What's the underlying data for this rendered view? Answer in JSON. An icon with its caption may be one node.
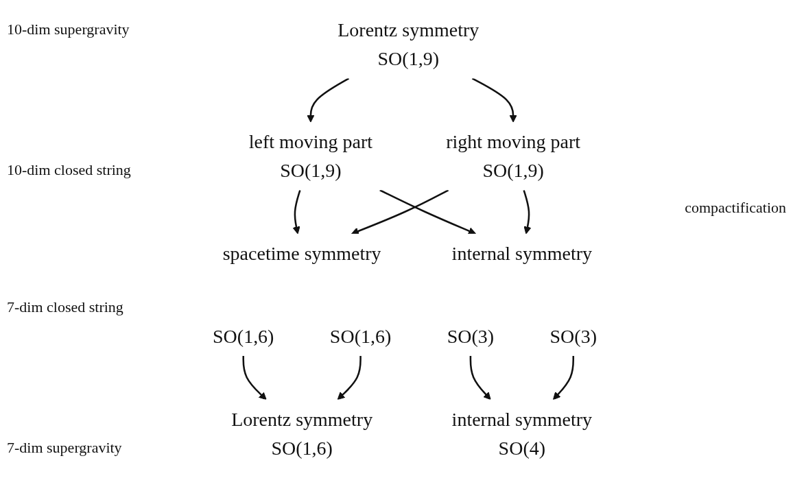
{
  "diagram": {
    "nodes": [
      {
        "text": [
          "Lorentz symmetry",
          "SO(1,9)"
        ]
      },
      {
        "text": [
          "left moving part",
          "SO(1,9)"
        ]
      },
      {
        "text": [
          "right moving part",
          "SO(1,9)"
        ]
      },
      {
        "text": [
          "spacetime symmetry"
        ]
      },
      {
        "text": [
          "SO(1,6)"
        ]
      },
      {
        "text": [
          "SO(1,6)"
        ]
      },
      {
        "text": [
          "internal symmetry"
        ]
      },
      {
        "text": [
          "SO(3)"
        ]
      },
      {
        "text": [
          "SO(3)"
        ]
      },
      {
        "text": [
          "Lorentz symmetry",
          "SO(1,6)"
        ]
      },
      {
        "text": [
          "internal symmetry",
          "SO(4)"
        ]
      }
    ],
    "edges": [
      {
        "from": 0,
        "to": 1,
        "arrow": "to"
      },
      {
        "from": 0,
        "to": 2,
        "arrow": "to"
      },
      {
        "from": 1,
        "to": 3,
        "arrow": "to"
      },
      {
        "from": 1,
        "to": 6,
        "arrow": "to"
      },
      {
        "from": 2,
        "to": 3,
        "arrow": "to"
      },
      {
        "from": 2,
        "to": 6,
        "arrow": "to"
      },
      {
        "from": 4,
        "to": 9,
        "arrow": "to"
      },
      {
        "from": 5,
        "to": 9,
        "arrow": "to"
      },
      {
        "from": 7,
        "to": 10,
        "arrow": "to"
      },
      {
        "from": 8,
        "to": 10,
        "arrow": "to"
      }
    ],
    "labels": [
      "10-dim supergravity",
      "10-dim closed string",
      "compactification",
      "7-dim closed string",
      "7-dim supergravity"
    ]
  }
}
